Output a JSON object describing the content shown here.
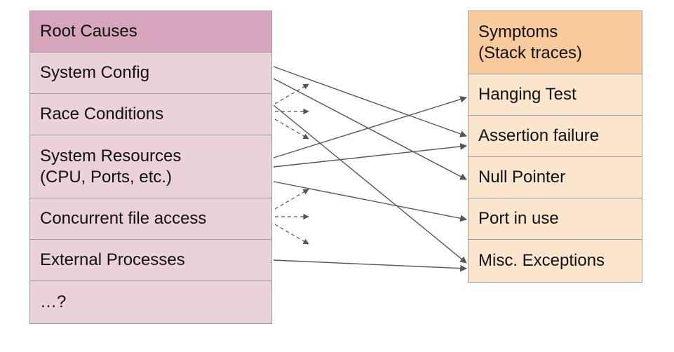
{
  "causes": {
    "header": "Root Causes",
    "items": [
      "System Config",
      "Race Conditions",
      "System Resources\n(CPU, Ports, etc.)",
      "Concurrent file access",
      "External Processes",
      "…?"
    ]
  },
  "symptoms": {
    "header": "Symptoms\n(Stack traces)",
    "items": [
      "Hanging Test",
      "Assertion failure",
      "Null Pointer",
      "Port in use",
      "Misc. Exceptions"
    ]
  },
  "colors": {
    "causes_header": "#d5a6bd",
    "causes_cell": "#ead1dc",
    "symptoms_header": "#f9cb9c",
    "symptoms_cell": "#fce5cd",
    "arrow": "#555555"
  }
}
